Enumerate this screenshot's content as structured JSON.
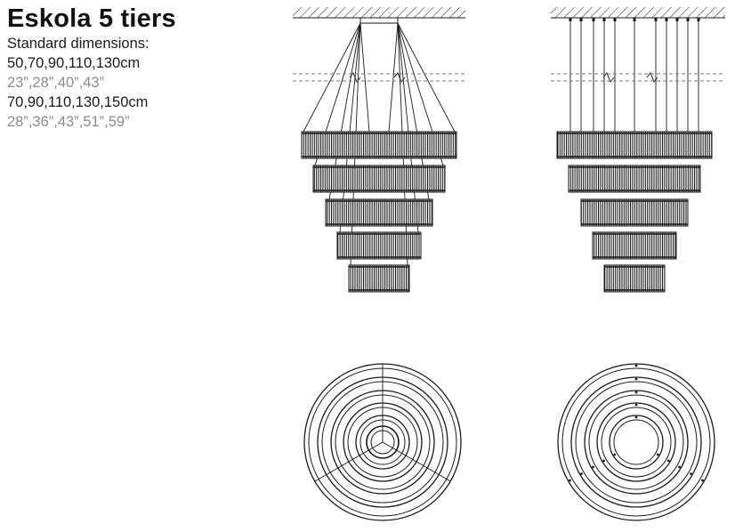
{
  "product": {
    "title": "Eskola 5 tiers",
    "subtitle": "Standard dimensions:",
    "configurations": [
      {
        "metric": "50,70,90,110,130cm",
        "imperial": "23”,28”,40”,43”"
      },
      {
        "metric": "70,90,110,130,150cm",
        "imperial": "28”,36”,43”,51”,59”"
      }
    ]
  },
  "drawing": {
    "tiers": 5,
    "views": [
      "side-view-converging-cables",
      "side-view-vertical-cables",
      "top-view-with-supports",
      "top-view-with-fixings"
    ],
    "line_color": "#1a1a1a",
    "dash_color": "#777777"
  }
}
